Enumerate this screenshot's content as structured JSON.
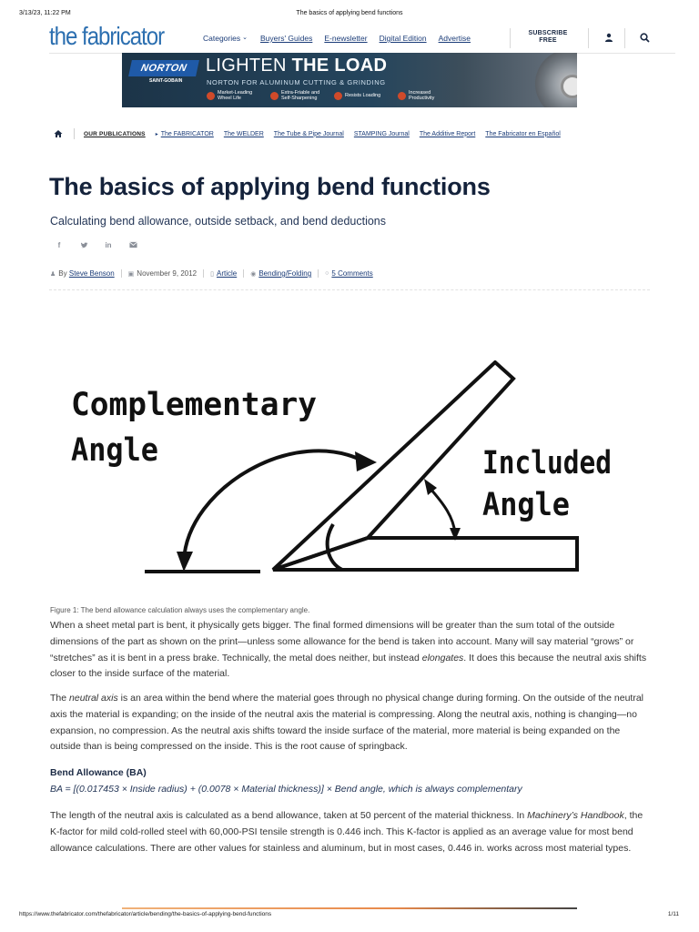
{
  "print_header": {
    "date": "3/13/23, 11:22 PM",
    "title": "The basics of applying bend functions"
  },
  "site": {
    "logo": "the fabricator",
    "nav": {
      "categories": "Categories",
      "buyers_guides": "Buyers' Guides",
      "enewsletter": "E-newsletter",
      "digital_edition": "Digital Edition",
      "advertise": "Advertise",
      "subscribe_line1": "SUBSCRIBE",
      "subscribe_line2": "FREE"
    },
    "icons": {
      "user": "user-icon",
      "search": "search-icon",
      "categories_chevron": "chevron-down-icon"
    }
  },
  "ad": {
    "brand": "NORTON",
    "brand_sub": "SAINT-GOBAIN",
    "headline_light": "LIGHTEN ",
    "headline_bold": "THE LOAD",
    "tagline": "NORTON FOR ALUMINUM CUTTING & GRINDING",
    "features": [
      "Market-Leading Wheel Life",
      "Extra-Friable and Self-Sharpening",
      "Resists Loading",
      "Increased Productivity"
    ]
  },
  "publications": {
    "label": "OUR PUBLICATIONS",
    "items": [
      "The FABRICATOR",
      "The WELDER",
      "The Tube & Pipe Journal",
      "STAMPING Journal",
      "The Additive Report",
      "The Fabricator en Español"
    ],
    "active_marker": "▸"
  },
  "article": {
    "title": "The basics of applying bend functions",
    "subtitle": "Calculating bend allowance, outside setback, and bend deductions",
    "share_icons": [
      "facebook-icon",
      "twitter-icon",
      "linkedin-icon",
      "email-icon"
    ],
    "meta": {
      "by": "By",
      "author": "Steve Benson",
      "date": "November 9, 2012",
      "type": "Article",
      "category": "Bending/Folding",
      "comments": "5 Comments"
    },
    "figure": {
      "label_complementary_1": "Complementary",
      "label_complementary_2": "Angle",
      "label_included_1": "Included",
      "label_included_2": "Angle",
      "caption": "Figure 1: The bend allowance calculation always uses the complementary angle."
    },
    "p1_a": "When a sheet metal part is bent, it physically gets bigger. The final formed dimensions will be greater than the sum total of the outside dimensions of the part as shown on the print—unless some allowance for the bend is taken into account. Many will say material “grows” or “stretches” as it is bent in a press brake. Technically, the metal does neither, but instead ",
    "p1_em": "elongates",
    "p1_b": ". It does this because the neutral axis shifts closer to the inside surface of the material.",
    "p2_a": "The ",
    "p2_em": "neutral axis",
    "p2_b": " is an area within the bend where the material goes through no physical change during forming. On the outside of the neutral axis the material is expanding; on the inside of the neutral axis the material is compressing. Along the neutral axis, nothing is changing—no expansion, no compression. As the neutral axis shifts toward the inside surface of the material, more material is being expanded on the outside than is being compressed on the inside. This is the root cause of springback.",
    "ba_heading": "Bend Allowance (BA)",
    "ba_formula": "BA = [(0.017453 × Inside radius) + (0.0078 × Material thickness)] × Bend angle, which is always complementary",
    "p4_a": "The length of the neutral axis is calculated as a bend allowance, taken at 50 percent of the material thickness. In ",
    "p4_em": "Machinery’s Handbook",
    "p4_b": ", the K-factor for mild cold-rolled steel with 60,000-PSI tensile strength is 0.446 inch. This K-factor is applied as an average value for most bend allowance calculations. There are other values for stainless and aluminum, but in most cases, 0.446 in. works across most material types."
  },
  "print_footer": {
    "url": "https://www.thefabricator.com/thefabricator/article/bending/the-basics-of-applying-bend-functions",
    "page": "1/11"
  },
  "colors": {
    "brand_blue": "#2c6fb0",
    "link": "#1b3c78",
    "title": "#14223b",
    "ad_accent": "#d04a2a"
  }
}
